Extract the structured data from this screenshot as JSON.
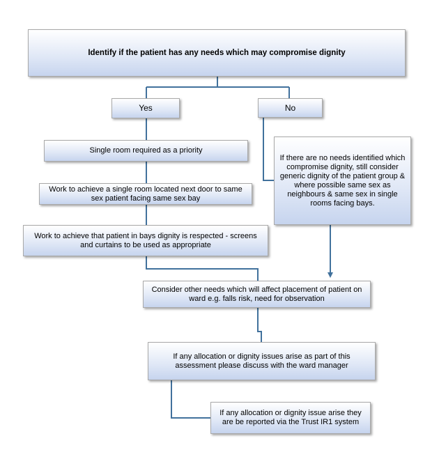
{
  "nodes": {
    "top": "Identify if the patient has any needs which may compromise dignity",
    "yes": "Yes",
    "no": "No",
    "single_room": "Single room required as a priority",
    "next_door": "Work to achieve a single room located next door to same sex patient facing same sex bay",
    "bays_dignity": "Work to achieve that patient in bays dignity is respected - screens and curtains to be used as appropriate",
    "no_needs": "If there are no needs identified which compromise dignity, still consider generic dignity of the patient group & where possible same sex as neighbours & same sex in single rooms facing bays.",
    "other_needs": "Consider other needs which will affect placement of patient on ward e.g. falls risk, need for observation",
    "allocation": "If any allocation or dignity issues arise as part of this assessment please discuss with the ward manager",
    "report": "If any allocation or dignity issue arise they are be reported via the Trust IR1 system"
  },
  "colors": {
    "connector": "#41719c",
    "box_fill_top": "#ffffff",
    "box_fill_bottom": "#c6d4ee",
    "box_border": "#a9a9a9"
  }
}
